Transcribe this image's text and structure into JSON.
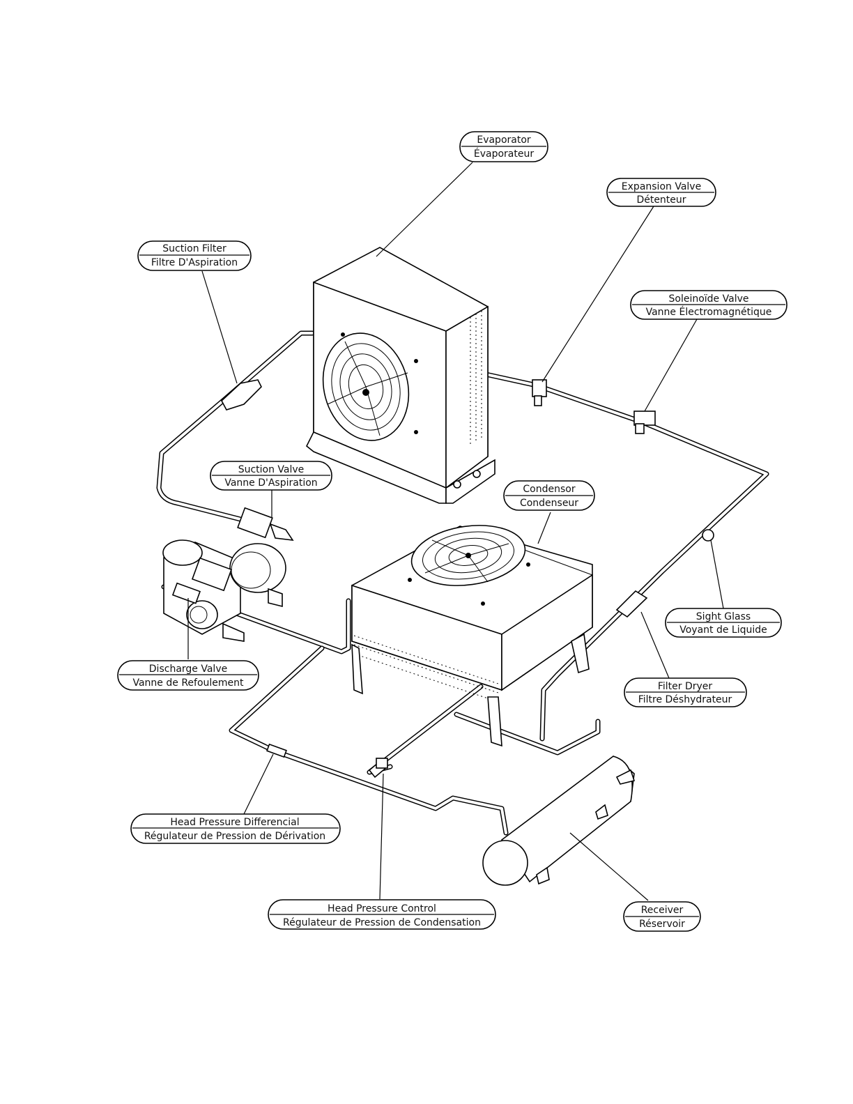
{
  "labels": {
    "evaporator": {
      "en": "Evaporator",
      "fr": "Évaporateur"
    },
    "expansion_valve": {
      "en": "Expansion Valve",
      "fr": "Détenteur"
    },
    "suction_filter": {
      "en": "Suction Filter",
      "fr": "Filtre D'Aspiration"
    },
    "solenoid_valve": {
      "en": "Soleinoïde Valve",
      "fr": "Vanne Électromagnétique"
    },
    "suction_valve": {
      "en": "Suction Valve",
      "fr": "Vanne D'Aspiration"
    },
    "condensor": {
      "en": "Condensor",
      "fr": "Condenseur"
    },
    "sight_glass": {
      "en": "Sight Glass",
      "fr": "Voyant de Liquide"
    },
    "discharge_valve": {
      "en": "Discharge Valve",
      "fr": "Vanne de Refoulement"
    },
    "filter_dryer": {
      "en": "Filter Dryer",
      "fr": "Filtre Déshydrateur"
    },
    "head_pressure_diff": {
      "en": "Head Pressure Differencial",
      "fr": "Régulateur de Pression de Dérivation"
    },
    "head_pressure_ctrl": {
      "en": "Head Pressure Control",
      "fr": "Régulateur de Pression de Condensation"
    },
    "receiver": {
      "en": "Receiver",
      "fr": "Réservoir"
    }
  }
}
